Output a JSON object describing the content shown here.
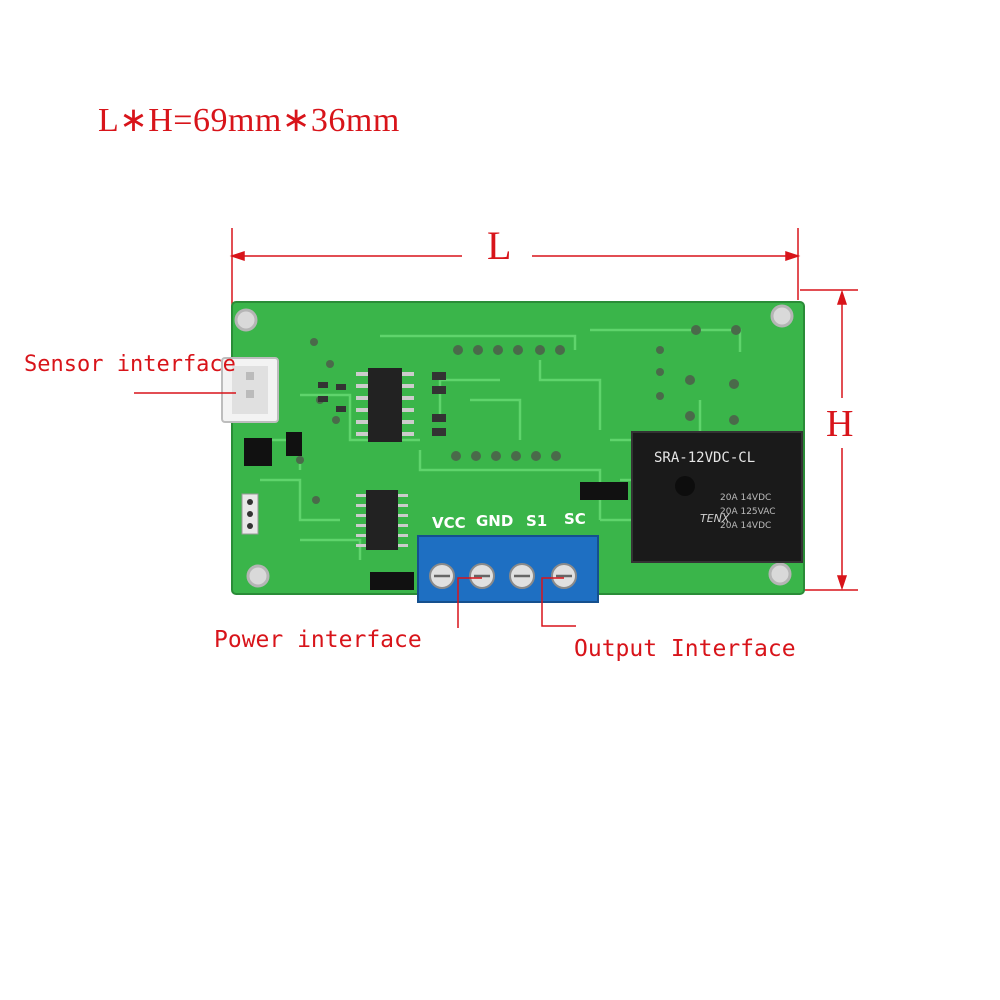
{
  "dimension_title": "L∗H=69mm∗36mm",
  "dimension_labels": {
    "length": "L",
    "height": "H"
  },
  "callouts": {
    "sensor": "Sensor interface",
    "power": "Power interface",
    "output": "Output Interface"
  },
  "terminal_labels": [
    "VCC",
    "GND",
    "S1",
    "SC"
  ],
  "relay": {
    "model": "SRA-12VDC-CL",
    "ratings": [
      "20A 14VDC",
      "20A 125VAC",
      "20A 14VDC"
    ],
    "brand": "TENX"
  },
  "colors": {
    "pcb": "#3ab54a",
    "pcb_trace": "#5fd46c",
    "terminal": "#1e6fc2",
    "relay": "#1a1a1a",
    "annotation": "#d8141a"
  }
}
